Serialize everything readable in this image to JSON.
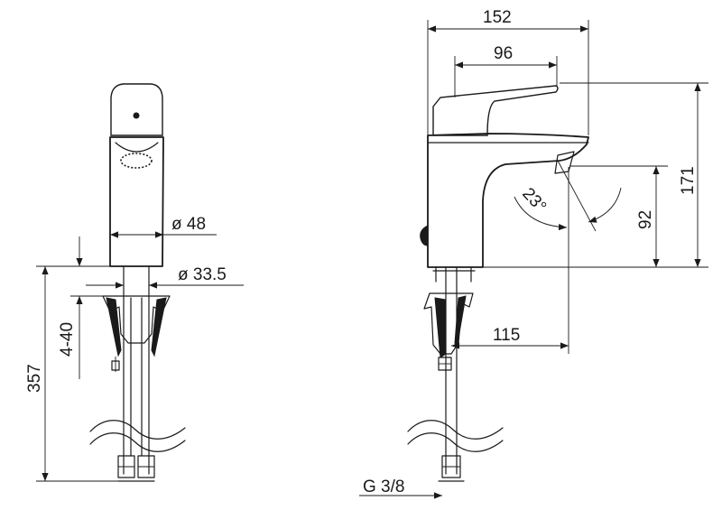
{
  "dimensions": {
    "total_width": "152",
    "handle_width": "96",
    "total_height": "171",
    "spout_height": "92",
    "spout_reach": "115",
    "swivel_angle": "23°",
    "body_diameter": "ø 48",
    "shank_diameter": "ø 33.5",
    "overall_length": "357",
    "counter_thickness": "4-40",
    "connection_thread": "G 3/8"
  }
}
